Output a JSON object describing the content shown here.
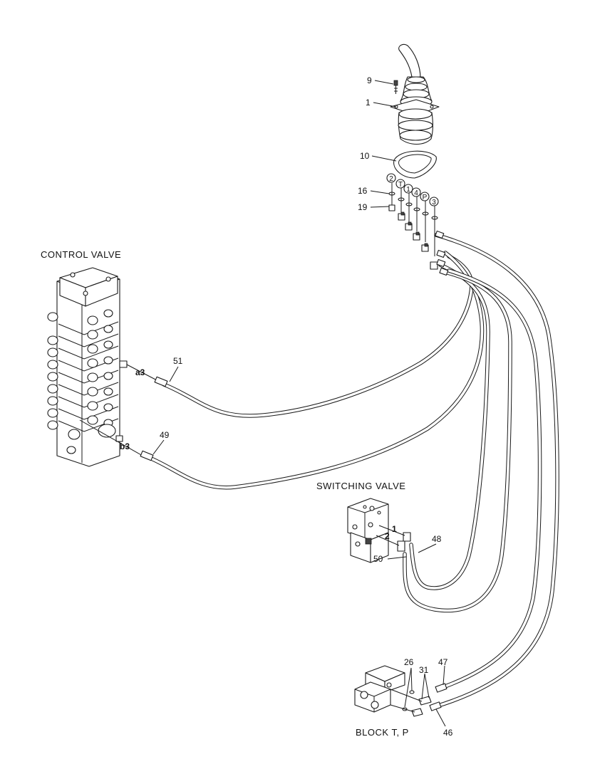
{
  "sections": {
    "control_valve": "CONTROL VALVE",
    "switching_valve": "SWITCHING VALVE",
    "block_tp": "BLOCK T, P"
  },
  "part_numbers": {
    "p9": "9",
    "p1": "1",
    "p10": "10",
    "p16": "16",
    "p19": "19",
    "p51": "51",
    "p49": "49",
    "p48": "48",
    "p50": "50",
    "p26": "26",
    "p31": "31",
    "p47": "47",
    "p46": "46"
  },
  "ports": {
    "a3": "a3",
    "b3": "b3",
    "sv1": "1",
    "sv2": "2",
    "jp2": "2",
    "jpT": "T",
    "jp1": "1",
    "jp4": "4",
    "jpP": "P",
    "jp3": "3"
  }
}
